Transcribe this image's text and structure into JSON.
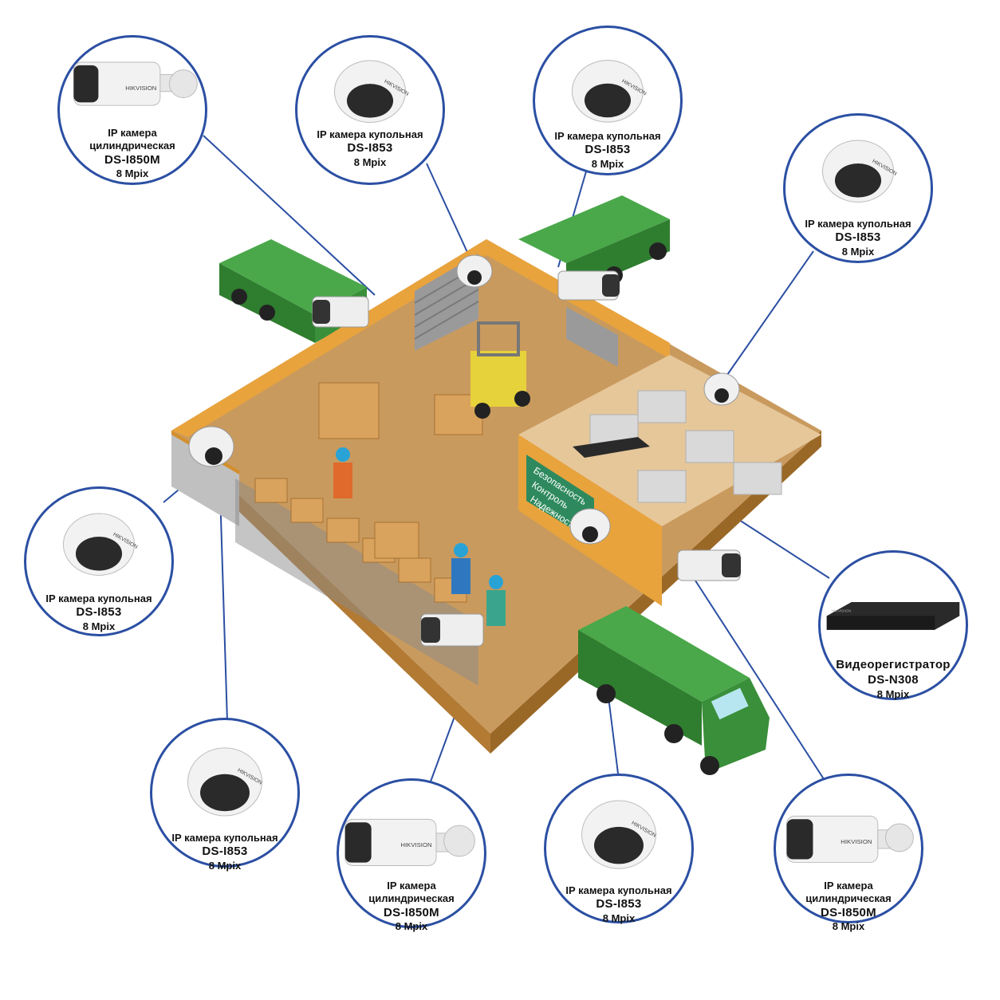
{
  "bubbles": [
    {
      "id": "b1",
      "title": "IP камера цилиндрическая",
      "model": "DS-I850M",
      "res": "8 Mpix",
      "icon": "bullet-camera-icon"
    },
    {
      "id": "b2",
      "title": "IP камера купольная",
      "model": "DS-I853",
      "res": "8 Mpix",
      "icon": "dome-camera-icon"
    },
    {
      "id": "b3",
      "title": "IP камера купольная",
      "model": "DS-I853",
      "res": "8 Mpix",
      "icon": "dome-camera-icon"
    },
    {
      "id": "b4",
      "title": "IP камера купольная",
      "model": "DS-I853",
      "res": "8 Mpix",
      "icon": "dome-camera-icon"
    },
    {
      "id": "b5",
      "title": "IP камера купольная",
      "model": "DS-I853",
      "res": "8 Mpix",
      "icon": "dome-camera-icon"
    },
    {
      "id": "b6",
      "title": "Видеорегистратор",
      "model": "DS-N308",
      "res": "8 Mpix",
      "icon": "nvr-recorder-icon"
    },
    {
      "id": "b7",
      "title": "IP камера купольная",
      "model": "DS-I853",
      "res": "8 Mpix",
      "icon": "dome-camera-icon"
    },
    {
      "id": "b8",
      "title": "IP камера цилиндрическая",
      "model": "DS-I850M",
      "res": "8 Mpix",
      "icon": "bullet-camera-icon"
    },
    {
      "id": "b9",
      "title": "IP камера купольная",
      "model": "DS-I853",
      "res": "8 Mpix",
      "icon": "dome-camera-icon"
    },
    {
      "id": "b10",
      "title": "IP камера цилиндрическая",
      "model": "DS-I850M",
      "res": "8 Mpix",
      "icon": "bullet-camera-icon"
    }
  ],
  "brand": "HIKVISION",
  "office_sign": [
    "Безопасность",
    "Контроль",
    "Надежность"
  ],
  "colors": {
    "connector": "#2b4fa3",
    "wall": "#e8a33d",
    "floor": "#c99a5e",
    "truck": "#3f9a3f",
    "shelf": "#8c8c8c"
  }
}
